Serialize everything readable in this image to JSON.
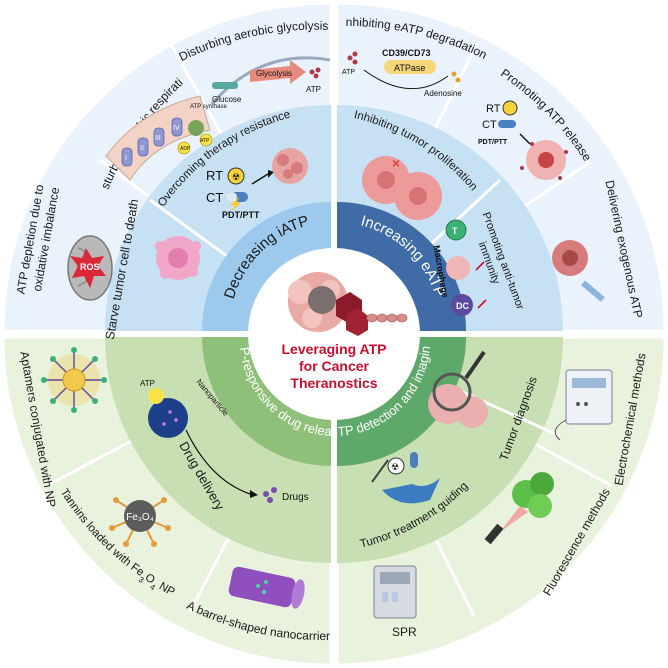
{
  "center": {
    "lines": [
      "Leveraging ATP",
      "for Cancer",
      "Theranostics"
    ],
    "color": "#c8102e"
  },
  "hubs": {
    "decreasing_iatp": "Decreasing iATP",
    "increasing_eatp": "Increasing eATP",
    "drug_release": "ATP-responsive drug release",
    "detection_imaging": "ATP detection and imaging"
  },
  "middle": {
    "starve": "Starve tumor cell to death",
    "overcoming": "Overcoming therapy resistance",
    "inhibiting_prolif": "Inhibiting tumor proliferation",
    "promoting_immunity_1": "Promoting anti-tumor",
    "promoting_immunity_2": "immunity",
    "drug_delivery": "Drug delivery",
    "tumor_diagnosis": "Tumor diagnosis",
    "treatment_guiding": "Tumor treatment guiding"
  },
  "outer": {
    "depletion_1": "ATP depletion due to",
    "depletion_2": "oxidative imbalance",
    "aerobic_resp": "Disturbing aerobic respiration",
    "glycolysis": "Disturbing aerobic glycolysis",
    "eatp_degradation": "Inhibiting eATP degradation",
    "atp_release": "Promoting ATP release",
    "exogenous": "Delivering exogenous ATP",
    "electrochemical": "Electrochemical methods",
    "fluorescence": "Fluorescence methods",
    "spr": "SPR",
    "barrel": "A barrel-shaped nanocarrier",
    "tannins_a": "Tannins loaded with Fe",
    "tannins_sub": "3",
    "tannins_b": "O",
    "tannins_sub2": "4",
    "tannins_c": " NP",
    "aptamers": "Aptamers conjugated with NP"
  },
  "small_labels": {
    "ros": "ROS",
    "atp": "ATP",
    "glucose": "Glucose",
    "glycolysis_arrow": "Glycolysis",
    "cd39": "CD39/CD73",
    "atpase": "ATPase",
    "adenosine": "Adenosine",
    "rt": "RT",
    "ct": "CT",
    "pdt": "PDT/PTT",
    "macrophage": "Macrophage",
    "dc": "DC",
    "t": "T",
    "nanoparticle": "Nanoparticle",
    "drugs": "Drugs",
    "fe3o4": "Fe₃O₄",
    "atp_synthase": "ATP synthase",
    "adp": "ADP",
    "roman": [
      "I",
      "II",
      "III",
      "IV"
    ]
  },
  "colors": {
    "blue_outer": "#eaf3fb",
    "blue_middle": "#c7e1f4",
    "blue_inner_left": "#9cc9ec",
    "blue_inner_right": "#3f6ba6",
    "green_outer": "#e8f2dc",
    "green_middle": "#c8dfb4",
    "green_inner_left": "#8fc07a",
    "green_inner_right": "#5ea96a",
    "red": "#c8102e"
  }
}
